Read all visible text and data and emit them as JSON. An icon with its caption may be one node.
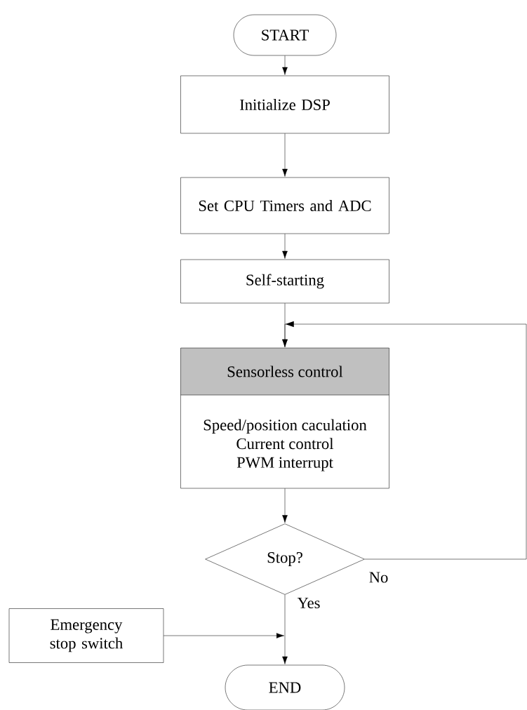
{
  "diagram": {
    "nodes": [
      {
        "text": [
          "START"
        ]
      },
      {
        "text": [
          "Initialize DSP"
        ]
      },
      {
        "text": [
          "Set CPU Timers and ADC"
        ]
      },
      {
        "text": [
          "Self-starting"
        ]
      },
      {
        "text": [
          "Sensorless control",
          "Speed/position caculation",
          "Current control",
          "PWM interrupt"
        ]
      },
      {
        "text": [
          "Stop?"
        ]
      },
      {
        "text": [
          "Emergency stop switch"
        ]
      },
      {
        "text": [
          "END"
        ]
      }
    ],
    "edges": [
      {
        "from": 0,
        "to": 1,
        "arrow": "to"
      },
      {
        "from": 1,
        "to": 2,
        "arrow": "to"
      },
      {
        "from": 2,
        "to": 3,
        "arrow": "to"
      },
      {
        "from": 3,
        "to": 4,
        "arrow": "to"
      },
      {
        "from": 4,
        "to": 5,
        "arrow": "to"
      },
      {
        "from": 5,
        "to": 4,
        "arrow": "to",
        "label": "No"
      },
      {
        "from": 5,
        "to": 7,
        "arrow": "to",
        "label": "Yes"
      },
      {
        "from": 6,
        "to": 7,
        "arrow": "to"
      }
    ]
  }
}
